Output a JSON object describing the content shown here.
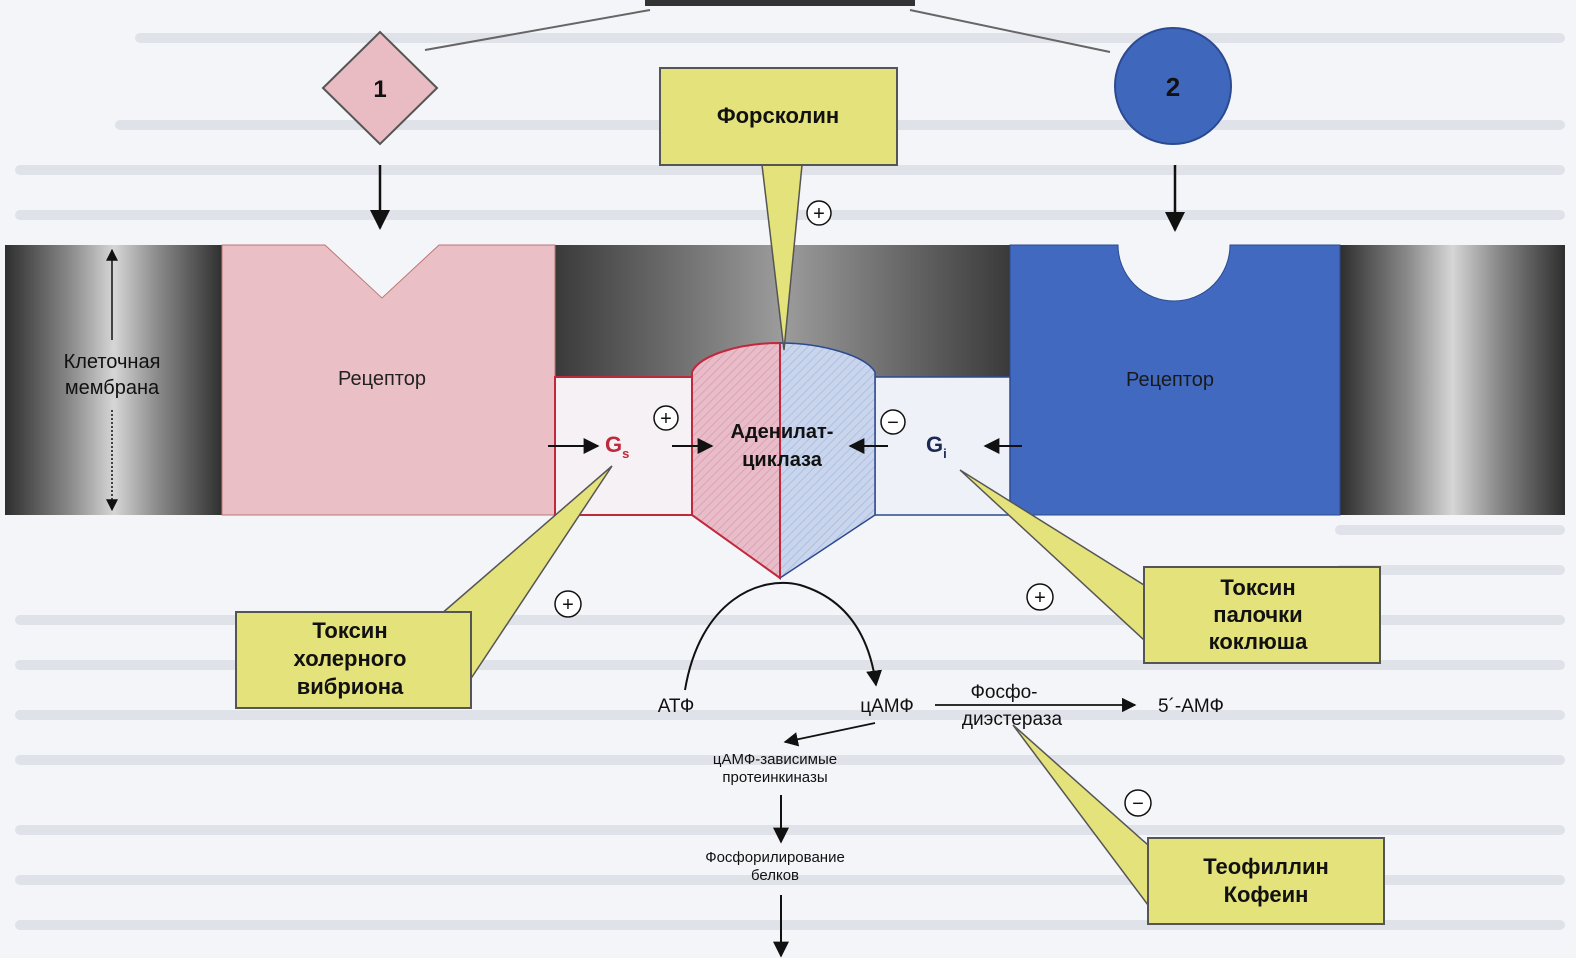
{
  "ligands": {
    "ligand1": "1",
    "ligand2": "2"
  },
  "membrane": {
    "label_line1": "Клеточная",
    "label_line2": "мембрана"
  },
  "receptors": {
    "left": "Рецептор",
    "right": "Рецептор"
  },
  "enzyme": {
    "line1": "Аденилат-",
    "line2": "циклаза"
  },
  "g_proteins": {
    "gs": "G",
    "gs_sub": "s",
    "gi": "G",
    "gi_sub": "i"
  },
  "callouts": {
    "forskolin": "Форсколин",
    "cholera_line1": "Токсин",
    "cholera_line2": "холерного",
    "cholera_line3": "вибриона",
    "pertussis_line1": "Токсин",
    "pertussis_line2": "палочки",
    "pertussis_line3": "коклюша",
    "theophylline_line1": "Теофиллин",
    "theophylline_line2": "Кофеин"
  },
  "pathway": {
    "atp": "АТФ",
    "camp": "цАМФ",
    "pde_line1": "Фосфо-",
    "pde_line2": "диэстераза",
    "amp": "5´-АМФ",
    "pk_line1": "цАМФ-зависимые",
    "pk_line2": "протеинкиназы",
    "phos_line1": "Фосфорилирование",
    "phos_line2": "белков"
  },
  "signs": {
    "plus": "+",
    "minus": "−"
  },
  "colors": {
    "pink": "#e9bcc3",
    "blue": "#3f68bd",
    "yellow": "#e4e27a",
    "red_text": "#c0283c"
  }
}
